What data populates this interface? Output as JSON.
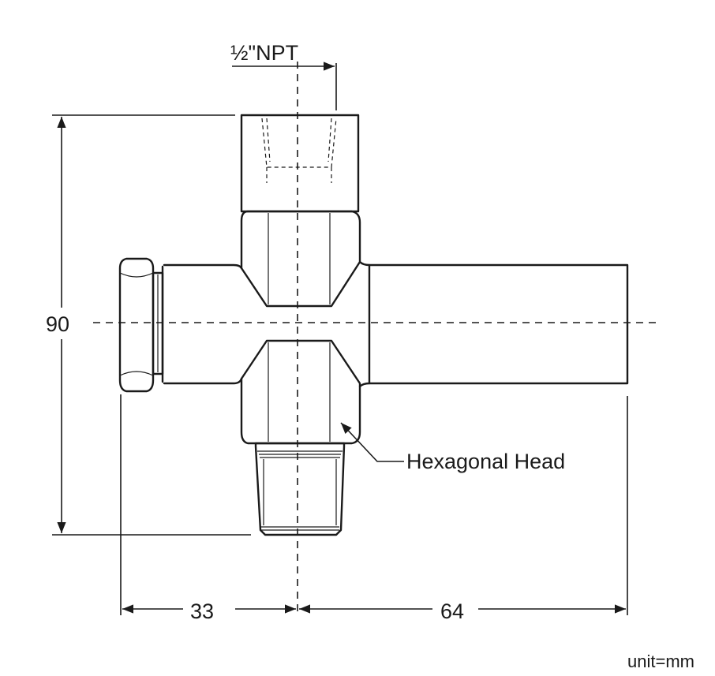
{
  "labels": {
    "npt": "½\"NPT",
    "height": "90",
    "left_width": "33",
    "right_width": "64",
    "callout": "Hexagonal Head",
    "unit": "unit=mm"
  }
}
